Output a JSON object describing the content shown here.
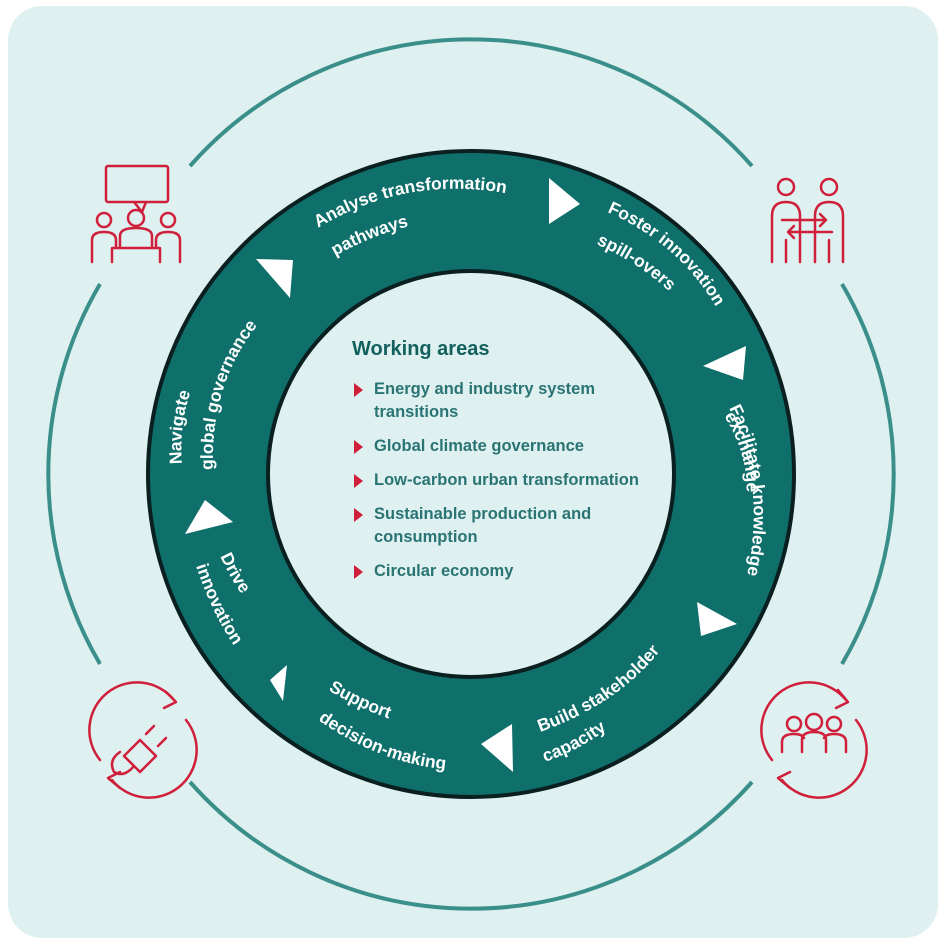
{
  "colors": {
    "background": "#dff0f0",
    "ring": "#0f6f6b",
    "ring_border": "#0a1f1f",
    "outer_circle": "#3a8f8a",
    "icon_red": "#cf1f3a",
    "bullet": "#cf1f3a",
    "title_text": "#13615f"
  },
  "working_areas": {
    "title": "Working areas",
    "items": [
      "Energy and industry system transitions",
      "Global climate governance",
      "Low-carbon urban transformation",
      "Sustainable production and consumption",
      "Circular economy"
    ]
  },
  "cycle": {
    "steps": [
      {
        "line1": "Analyse transformation",
        "line2": "pathways"
      },
      {
        "line1": "Foster innovation",
        "line2": "spill-overs"
      },
      {
        "line1": "Facilitate knowledge",
        "line2": "exchange"
      },
      {
        "line1": "Build stakeholder",
        "line2": "capacity"
      },
      {
        "line1": "Support",
        "line2": "decision-making"
      },
      {
        "line1": "Drive",
        "line2": "innovation"
      },
      {
        "line1": "Navigate",
        "line2": "global governance"
      }
    ]
  },
  "icons": [
    {
      "name": "meeting-icon"
    },
    {
      "name": "exchange-icon"
    },
    {
      "name": "energy-plug-cycle-icon"
    },
    {
      "name": "people-cycle-icon"
    }
  ]
}
